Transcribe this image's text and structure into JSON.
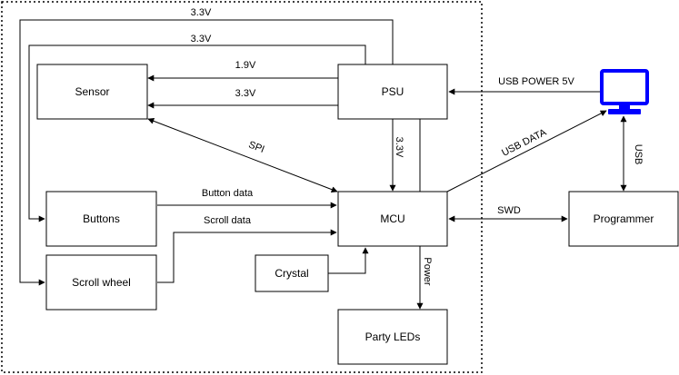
{
  "blocks": {
    "sensor": "Sensor",
    "psu": "PSU",
    "buttons": "Buttons",
    "mcu": "MCU",
    "scroll_wheel": "Scroll wheel",
    "crystal": "Crystal",
    "party_leds": "Party LEDs",
    "programmer": "Programmer"
  },
  "connections": {
    "top_rail_1": "3.3V",
    "top_rail_2": "3.3V",
    "psu_sensor_1v9": "1.9V",
    "psu_sensor_3v3": "3.3V",
    "psu_mcu": "3.3V",
    "sensor_mcu": "SPI",
    "buttons_mcu": "Button data",
    "scroll_mcu": "Scroll data",
    "usb_power": "USB POWER 5V",
    "usb_data": "USB DATA",
    "usb_programmer": "USB",
    "swd": "SWD",
    "power_leds": "Power"
  },
  "icons": {
    "computer": "monitor-icon",
    "computer_color": "#0000FF"
  }
}
